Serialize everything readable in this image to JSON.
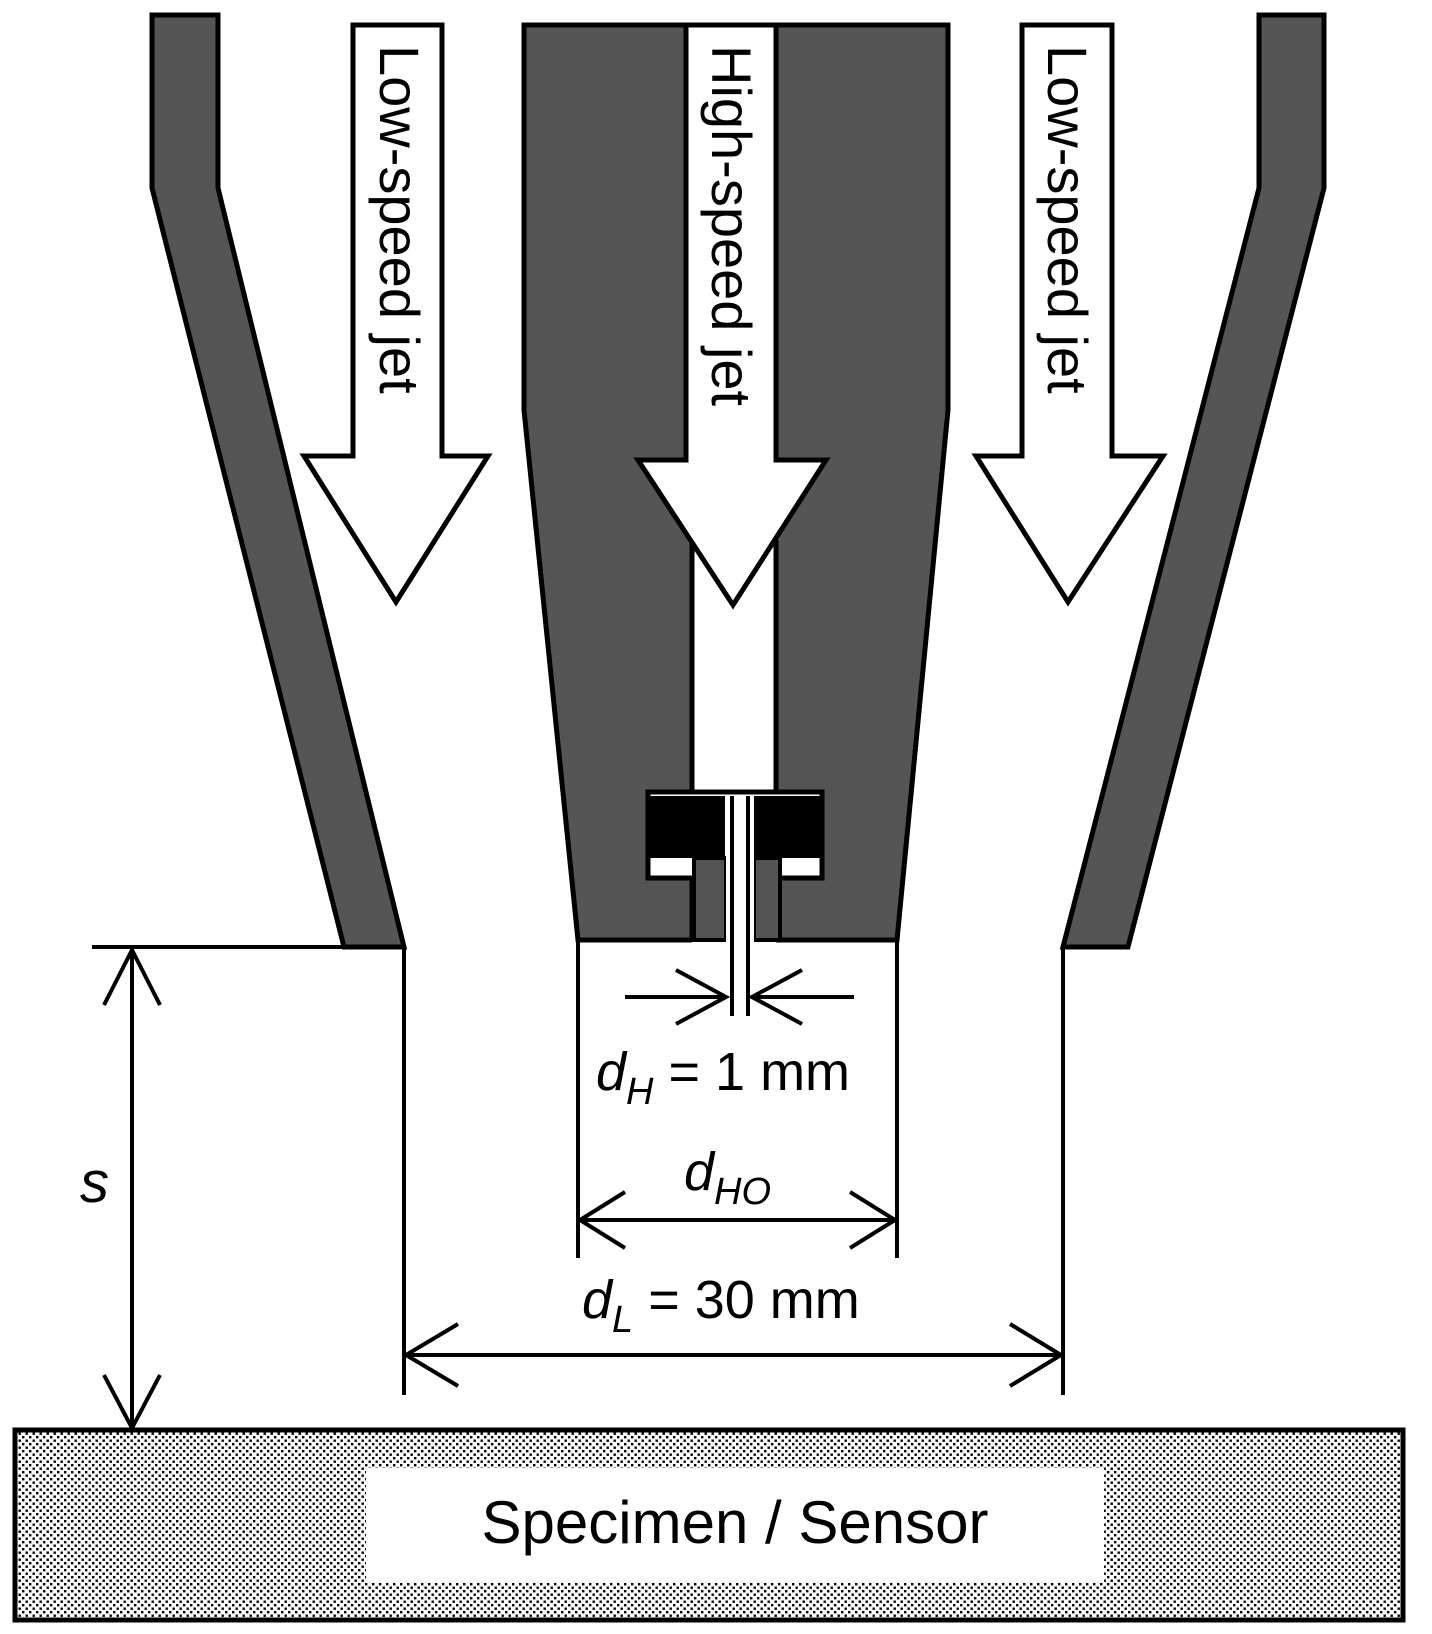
{
  "jets": {
    "low_left": "Low-speed jet",
    "high": "High-speed jet",
    "low_right": "Low-speed jet"
  },
  "dimensions": {
    "dH_symbol": "d",
    "dH_sub": "H",
    "dH_value": " = 1 mm",
    "dHO_symbol": "d",
    "dHO_sub": "HO",
    "dL_symbol": "d",
    "dL_sub": "L",
    "dL_value": " = 30 mm",
    "s_symbol": "s"
  },
  "specimen": {
    "label": "Specimen / Sensor"
  },
  "colors": {
    "wall": "#555555",
    "stroke": "#000000",
    "background": "#ffffff"
  }
}
